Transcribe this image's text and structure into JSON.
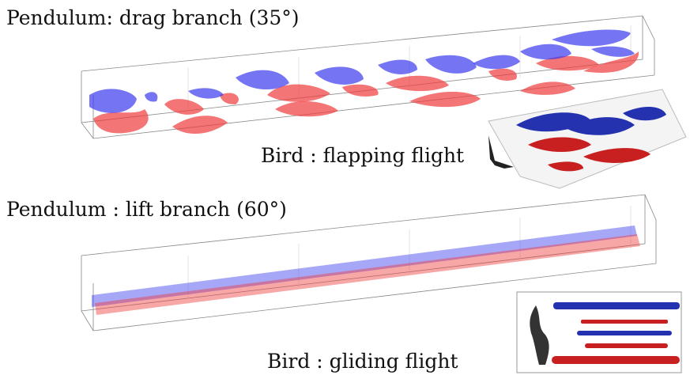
{
  "panels": {
    "drag": {
      "title": "Pendulum: drag branch (35°)"
    },
    "lift": {
      "title": "Pendulum : lift branch (60°)"
    }
  },
  "insets": {
    "flapping": {
      "caption": "Bird : flapping flight"
    },
    "gliding": {
      "caption": "Bird : gliding flight"
    }
  },
  "colors": {
    "positive_vortex": "#3b3bf0",
    "negative_vortex": "#f03b3b",
    "axis": "#888888",
    "text": "#111111"
  }
}
